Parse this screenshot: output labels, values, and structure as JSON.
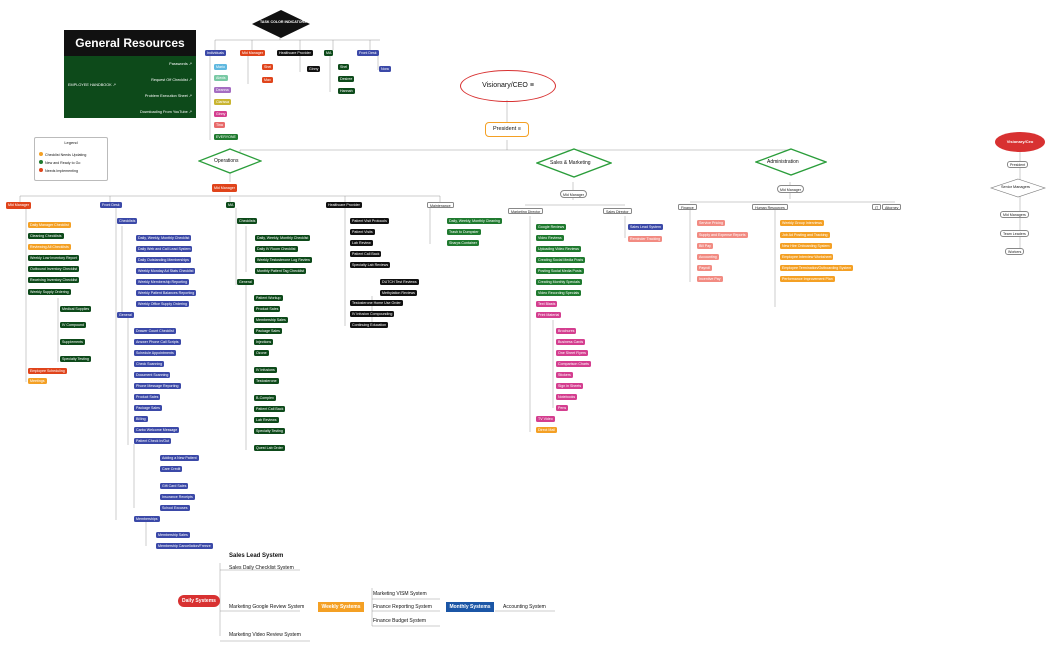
{
  "legend": {
    "title": "Legend",
    "items": [
      "Checklist Needs Updating",
      "New and Ready to Go",
      "Needs Implementing"
    ],
    "colors": [
      "#f4a024",
      "#1f7a2f",
      "#e0441b"
    ]
  },
  "general_resources": {
    "title": "General Resources",
    "handbook": "EMPLOYEE HANDBOOK",
    "links": [
      "Passwords",
      "Request Off Checklist",
      "Problem Execution Sheet",
      "Downloading From YouTube"
    ]
  },
  "task_colors": {
    "title": "TASK COLOR INDICATORS",
    "individuals": "Individuals",
    "individual_names": [
      "Mario",
      "Alexis",
      "Deanna",
      "Clarissa",
      "Ginny",
      "Tina",
      "EVERYONE"
    ],
    "mid_manager": "Mid Manager",
    "mid_names": [
      "Shel",
      "Max"
    ],
    "healthcare": "Healthcare Provider",
    "healthcare_names": [
      "Ginny"
    ],
    "ma": "MA",
    "ma_names": [
      "Shel",
      "Desiree",
      "Hannah"
    ],
    "front_desk": "Front Desk",
    "front_names": [
      "Nora"
    ]
  },
  "top": {
    "ceo": "Visionary/CEO",
    "president": "President"
  },
  "departments": {
    "operations": "Operations",
    "sales": "Sales & Marketing",
    "admin": "Administration"
  },
  "ops": {
    "mid_manager": "Mid Manager",
    "mm": {
      "title": "Mid Manager",
      "items": [
        "Daily Manager Checklist",
        "Cleaning Checklists",
        "Reviewing All Checklists",
        "Weekly Low Inventory Report",
        "Outbound Inventory Checklist",
        "Receiving Inventory Checklist",
        "Weekly Supply Ordering"
      ],
      "supply": [
        "Medical Supplies",
        "IV Compound",
        "Supplements",
        "Specialty Testing"
      ],
      "extra": [
        "Employee Scheduling",
        "Meetings"
      ]
    },
    "fd": {
      "title": "Front Desk",
      "checklists": "Checklists",
      "items": [
        "Daily, Weekly, Monthly Checklist",
        "Daily Web and Call Lead System",
        "Daily Outstanding Memberships",
        "Weekly Monday Ad Stats Checklist",
        "Weekly Membership Reporting",
        "Weekly Patient Balances Reporting",
        "Weekly Office Supply Ordering"
      ],
      "general": "General",
      "gen_items": [
        "Drawer Count Checklist",
        "Answer Phone Call Scripts",
        "Schedule Appointments",
        "Check Scanning",
        "Document Scanning",
        "Phone Message Reporting",
        "Product Sales",
        "Package Sales",
        "Billing",
        "Carbo Welcome Message",
        "Patient Check In/Out"
      ],
      "checkin": [
        "Adding a New Patient",
        "Care Credit",
        "Gift Card Sales",
        "Insurance Receipts",
        "School Excuses"
      ],
      "memberships": "Memberships",
      "mem_items": [
        "Membership Sales",
        "Membership Cancellation/Freeze"
      ]
    },
    "ma": {
      "title": "MA",
      "checklists": "Checklists",
      "items": [
        "Daily, Weekly, Monthly Checklist",
        "Daily IV Room Checklist",
        "Weekly Testosterone Log Review",
        "Monthly Patient Tag Checklist"
      ],
      "general": "General",
      "gen_items": [
        "Patient Workup",
        "Product Sales",
        "Membership Sales",
        "Package Sales",
        "Injections",
        "Ozone",
        "IV Infusions",
        "Testosterone",
        "B-Complex",
        "Patient Call Back",
        "Lab Reviews",
        "Specialty Testing",
        "Quest Lab Order"
      ]
    },
    "hp": {
      "title": "Healthcare Provider",
      "items": [
        "Patient Visit Protocols",
        "Patient Visits",
        "Lab Review",
        "Patient Call Back",
        "Specialty Lab Reviews"
      ],
      "spec": [
        "DUTCH Test Reviews",
        "Methylation Reviews"
      ],
      "more": [
        "Testosterone Home Use Order",
        "IV Infusion Compounding",
        "Continuing Education"
      ]
    },
    "maint": {
      "title": "Maintenance",
      "items": [
        "Daily, Weekly, Monthly Cleaning",
        "Trash to Dumpster",
        "Sharps Container"
      ]
    }
  },
  "sales": {
    "mid_manager": "Mid Manager",
    "mkt_director": "Marketing Director",
    "sales_director": "Sales Director",
    "mkt_items": [
      "Google Reviews",
      "Video Reviews",
      "Uploading Video Reviews",
      "Creating Social Media Posts",
      "Posting Social Media Posts",
      "Creating Monthly Specials",
      "Video Recording Specials",
      "Text Blasts",
      "Print Material"
    ],
    "print": [
      "Brochures",
      "Business Cards",
      "One Sheet Flyers",
      "Comparison Charts",
      "Stickers",
      "Sign in Sheets",
      "Notebooks",
      "Pens"
    ],
    "mkt_more": [
      "TV Video",
      "Direct Mail"
    ],
    "sales_items": [
      "Sales Lead System",
      "Reminder Tracking"
    ]
  },
  "admin": {
    "mid_manager": "Mid Manager",
    "finance": "Finance",
    "hr": "Human Resources",
    "it": "IT",
    "attorney": "Attorney",
    "fin_items": [
      "Service Pricing",
      "Supply and Expense Reports",
      "Bill Pay",
      "Accounting",
      "Payroll",
      "Incentive Pay"
    ],
    "hr_items": [
      "Weekly Group Interviews",
      "Job Ad Posting and Tracking",
      "New Hire Onboarding System",
      "Employee Interview Worksheet",
      "Employee Termination/Outboarding System",
      "Performance Improvement Plan"
    ]
  },
  "hierarchy": {
    "top": "Visionary/Ceo",
    "items": [
      "President",
      "Senior Managers",
      "Mid Managers",
      "Team Leaders",
      "Workers"
    ]
  },
  "systems": {
    "sales_lead": "Sales Lead System",
    "daily": "Daily Systems",
    "weekly": "Weekly Systems",
    "monthly": "Monthly Systems",
    "daily_items": [
      "Sales Daily Checklist System",
      "Marketing Google Review System",
      "Marketing Video Review System"
    ],
    "weekly_items": [
      "Marketing VISM System",
      "Finance Reporting System",
      "Finance Budget System"
    ],
    "monthly_items": [
      "Accounting System"
    ]
  }
}
